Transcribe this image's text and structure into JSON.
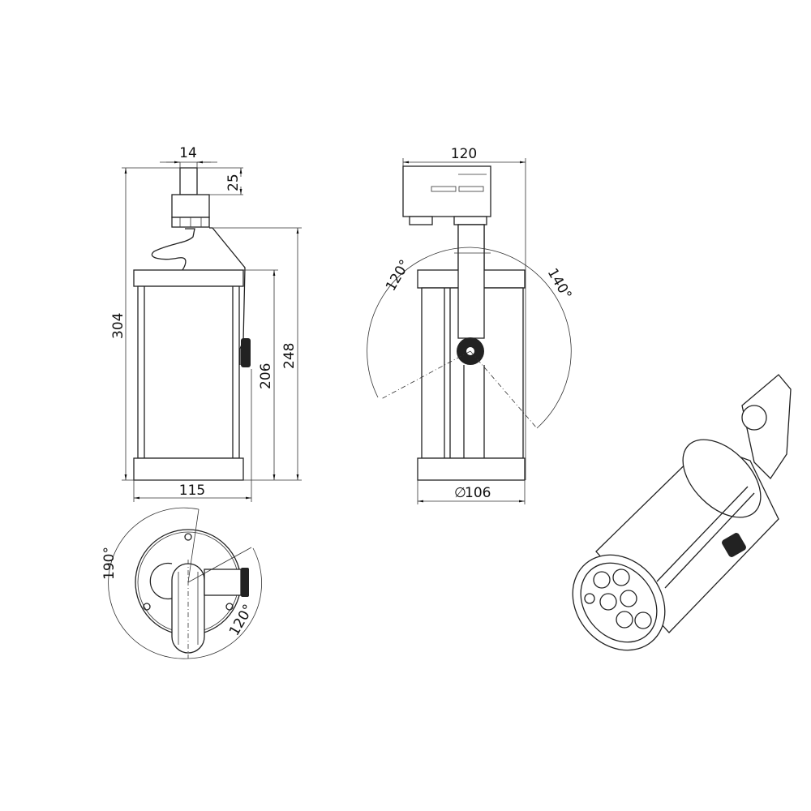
{
  "front_view": {
    "dim_adapter_width": "14",
    "dim_adapter_height": "25",
    "dim_total_height": "304",
    "dim_bracket_height": "248",
    "dim_body_height": "206",
    "dim_width": "115"
  },
  "side_view": {
    "dim_adapter_length": "120",
    "dim_tilt_left": "120°",
    "dim_tilt_right": "140°",
    "dim_diameter": "106",
    "diameter_symbol": "∅"
  },
  "bottom_view": {
    "dim_rotation": "190°",
    "dim_knob_rotation": "120°"
  }
}
